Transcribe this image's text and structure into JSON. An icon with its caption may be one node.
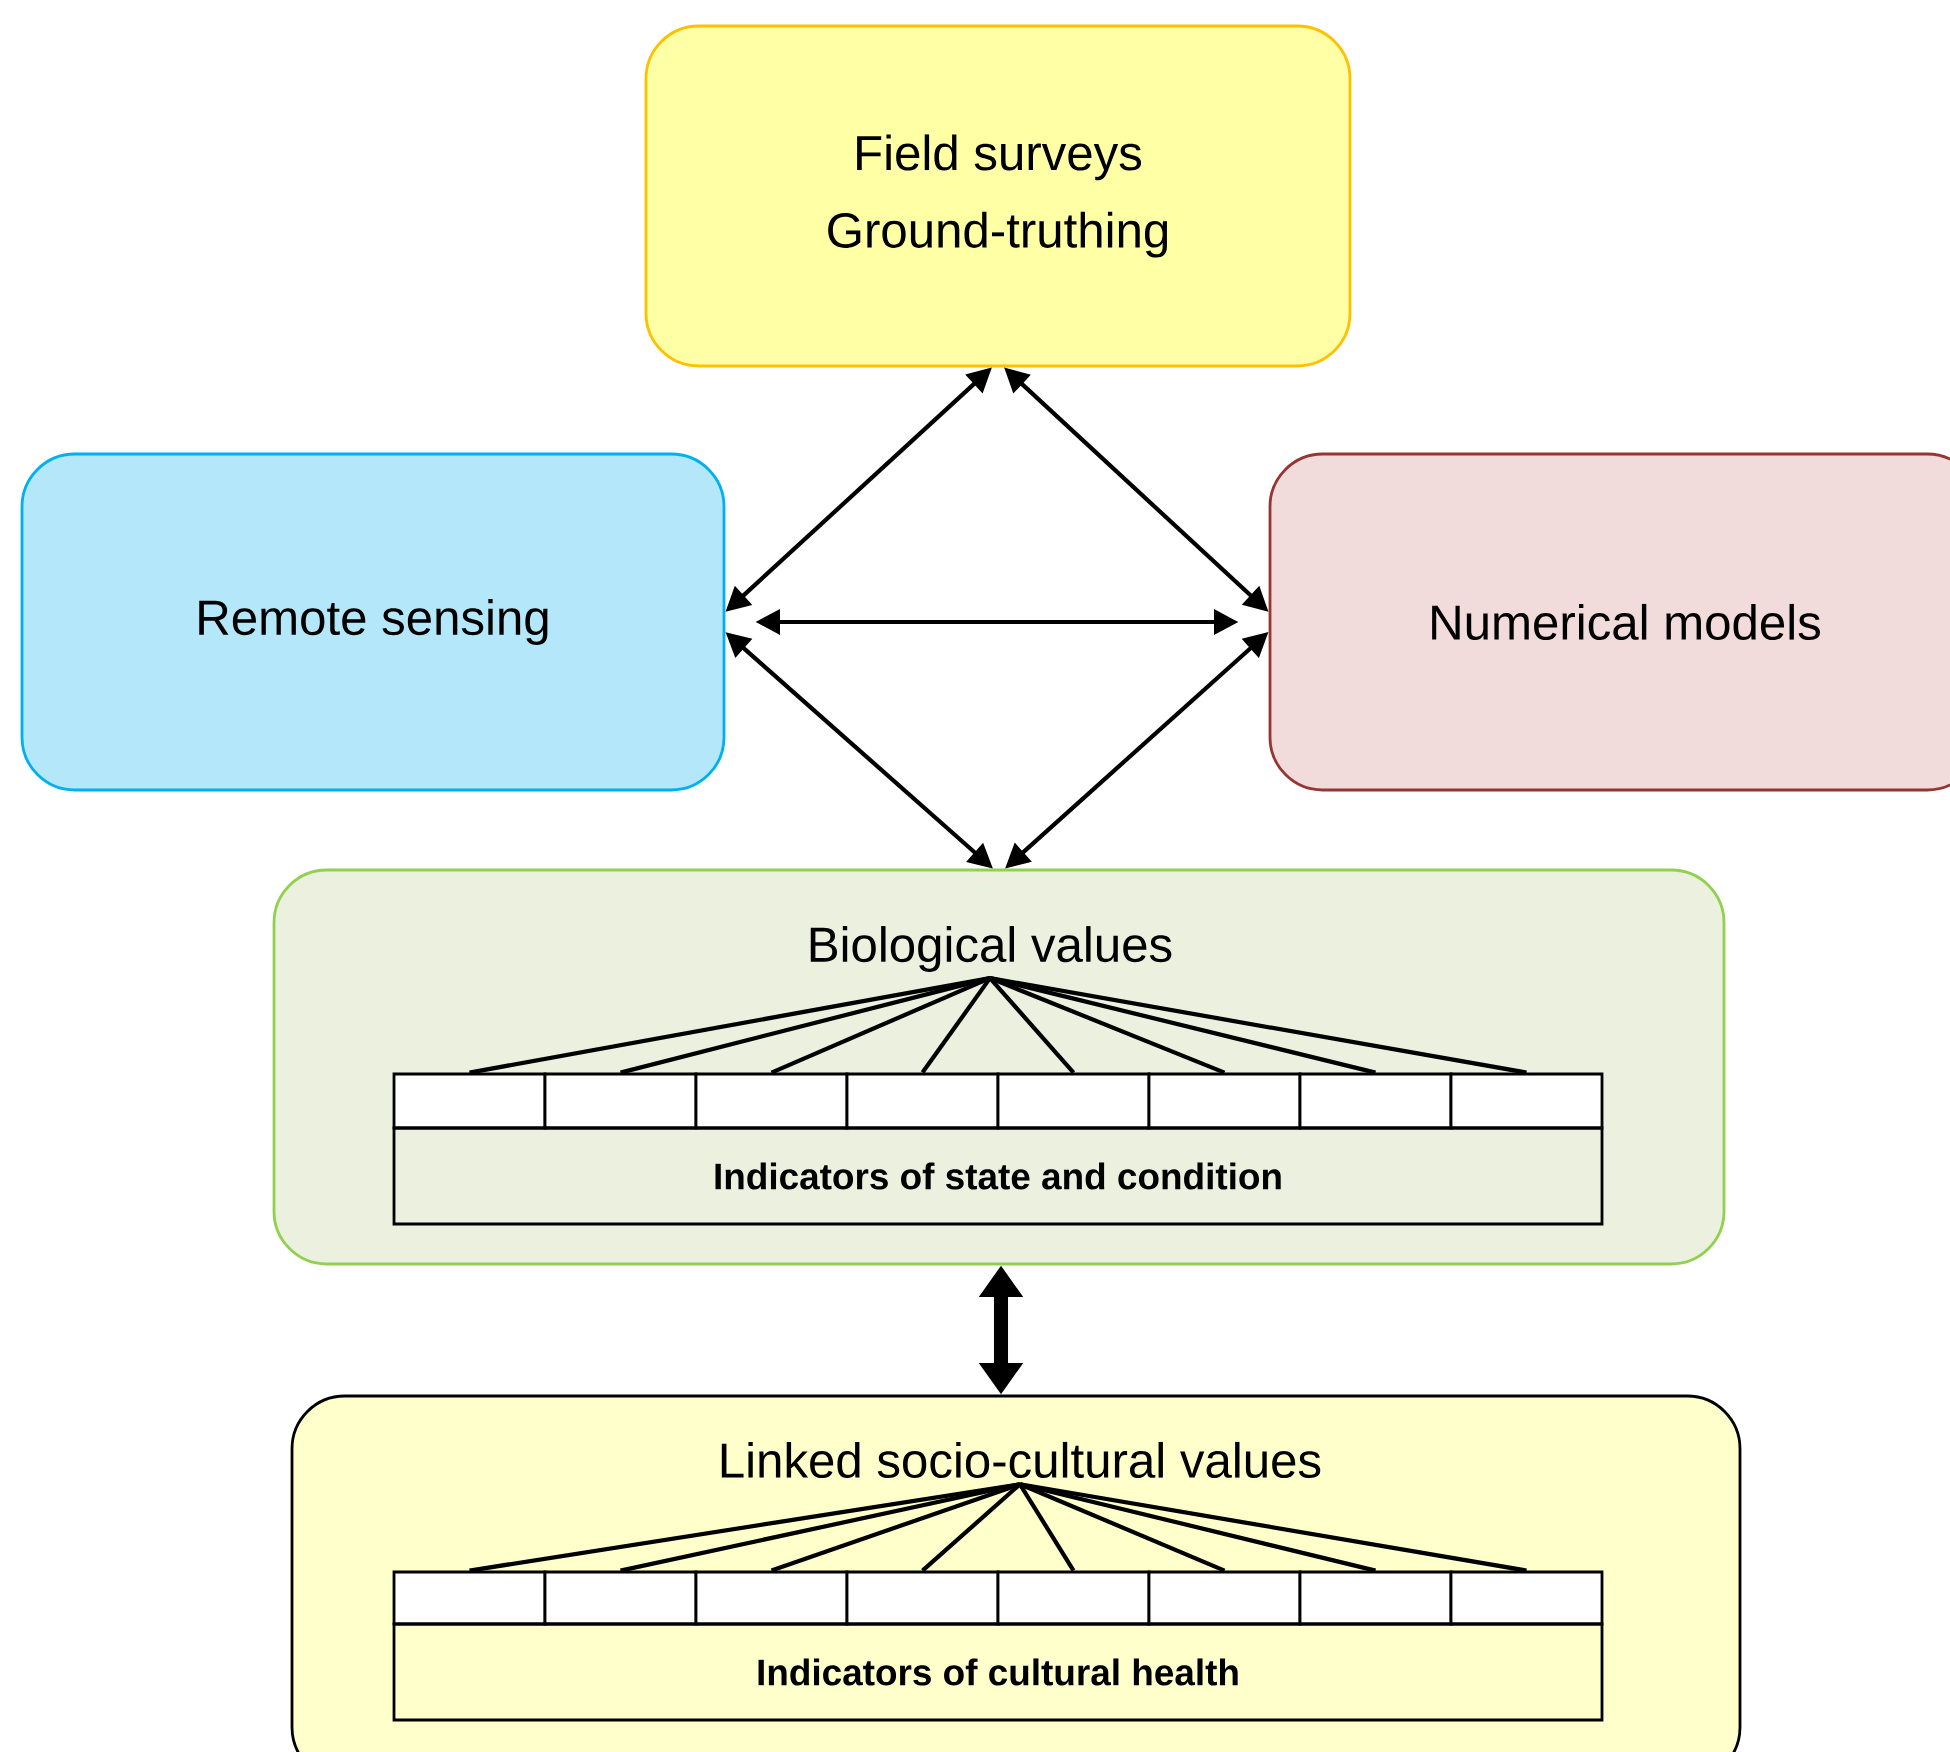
{
  "diagram": {
    "nodes": [
      {
        "text": [
          "Field surveys",
          "Ground-truthing"
        ]
      },
      {
        "text": [
          "Remote sensing"
        ]
      },
      {
        "text": [
          "Numerical models"
        ]
      },
      {
        "text": [],
        "shape": "box"
      },
      {
        "text": [
          "Biological values"
        ],
        "in": 3
      },
      {
        "text": [],
        "shape": "box",
        "in": 3
      },
      {
        "text": [],
        "shape": "box",
        "in": 3
      },
      {
        "text": [],
        "shape": "box",
        "in": 3
      },
      {
        "text": [],
        "shape": "box",
        "in": 3
      },
      {
        "text": [],
        "shape": "box",
        "in": 3
      },
      {
        "text": [],
        "shape": "box",
        "in": 3
      },
      {
        "text": [],
        "shape": "box",
        "in": 3
      },
      {
        "text": [],
        "shape": "box",
        "in": 3
      },
      {
        "text": [
          "Indicators of state and condition"
        ],
        "in": 3
      },
      {
        "text": [],
        "shape": "box"
      },
      {
        "text": [
          "Linked socio-cultural values"
        ],
        "in": 14
      },
      {
        "text": [],
        "shape": "box",
        "in": 14
      },
      {
        "text": [],
        "shape": "box",
        "in": 14
      },
      {
        "text": [],
        "shape": "box",
        "in": 14
      },
      {
        "text": [],
        "shape": "box",
        "in": 14
      },
      {
        "text": [],
        "shape": "box",
        "in": 14
      },
      {
        "text": [],
        "shape": "box",
        "in": 14
      },
      {
        "text": [],
        "shape": "box",
        "in": 14
      },
      {
        "text": [],
        "shape": "box",
        "in": 14
      },
      {
        "text": [
          "Indicators of cultural health"
        ],
        "in": 14
      }
    ],
    "edges": [
      {
        "from": 0,
        "to": 1,
        "arrow": "both"
      },
      {
        "from": 0,
        "to": 2,
        "arrow": "both"
      },
      {
        "from": 1,
        "to": 2,
        "arrow": "both"
      },
      {
        "from": 1,
        "to": 3,
        "arrow": "both"
      },
      {
        "from": 2,
        "to": 3,
        "arrow": "both"
      },
      {
        "from": 3,
        "to": 14,
        "arrow": "both",
        "style": "thick"
      },
      {
        "from": 4,
        "to": 5,
        "arrow": "none"
      },
      {
        "from": 4,
        "to": 6,
        "arrow": "none"
      },
      {
        "from": 4,
        "to": 7,
        "arrow": "none"
      },
      {
        "from": 4,
        "to": 8,
        "arrow": "none"
      },
      {
        "from": 4,
        "to": 9,
        "arrow": "none"
      },
      {
        "from": 4,
        "to": 10,
        "arrow": "none"
      },
      {
        "from": 4,
        "to": 11,
        "arrow": "none"
      },
      {
        "from": 4,
        "to": 12,
        "arrow": "none"
      },
      {
        "from": 15,
        "to": 16,
        "arrow": "none"
      },
      {
        "from": 15,
        "to": 17,
        "arrow": "none"
      },
      {
        "from": 15,
        "to": 18,
        "arrow": "none"
      },
      {
        "from": 15,
        "to": 19,
        "arrow": "none"
      },
      {
        "from": 15,
        "to": 20,
        "arrow": "none"
      },
      {
        "from": 15,
        "to": 21,
        "arrow": "none"
      },
      {
        "from": 15,
        "to": 22,
        "arrow": "none"
      },
      {
        "from": 15,
        "to": 23,
        "arrow": "none"
      }
    ]
  }
}
